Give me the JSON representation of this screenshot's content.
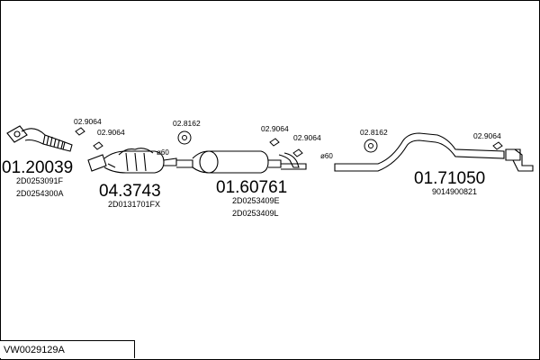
{
  "diagram": {
    "parts": [
      {
        "number": "01.20039",
        "oem": [
          "2D0253091F",
          "2D0254300A"
        ]
      },
      {
        "number": "04.3743",
        "oem": [
          "2D0131701FX"
        ]
      },
      {
        "number": "01.60761",
        "oem": [
          "2D0253409E",
          "2D0253409L"
        ]
      },
      {
        "number": "01.71050",
        "oem": [
          "9014900821"
        ]
      }
    ],
    "clips": [
      "02.9064",
      "02.9064",
      "02.8162",
      "02.9064",
      "02.9064",
      "02.8162",
      "02.9064"
    ],
    "diameters": [
      "ø60",
      "ø60"
    ]
  },
  "footer": {
    "code": "VW0029129A"
  }
}
